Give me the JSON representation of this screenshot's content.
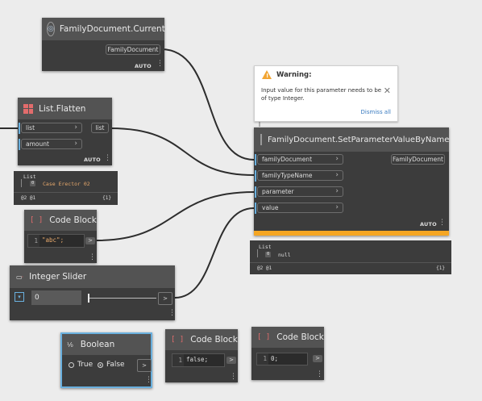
{
  "nodes": {
    "family_current": {
      "title": "FamilyDocument.Current",
      "output": "FamilyDocument",
      "auto": "AUTO"
    },
    "flatten": {
      "title": "List.Flatten",
      "inputs": [
        "list",
        "amount"
      ],
      "output": "list",
      "auto": "AUTO"
    },
    "flatten_preview": {
      "header": "List",
      "index": "0",
      "value": "Case Erector 02",
      "footer_left": "@2 @1",
      "footer_right": "{1}"
    },
    "set_param": {
      "title": "FamilyDocument.SetParameterValueByName",
      "inputs": [
        "familyDocument",
        "familyTypeName",
        "parameter",
        "value"
      ],
      "output": "FamilyDocument",
      "auto": "AUTO"
    },
    "set_param_preview": {
      "header": "List",
      "index": "0",
      "value": "null",
      "footer_left": "@2 @1",
      "footer_right": "{1}"
    },
    "code_block_1": {
      "title": "Code Block",
      "line": "1",
      "code": "\"abc\";",
      "out": ">"
    },
    "integer_slider": {
      "title": "Integer Slider",
      "value": "0",
      "out": ">"
    },
    "boolean": {
      "title": "Boolean",
      "option_true": "True",
      "option_false": "False",
      "out": ">"
    },
    "code_block_2": {
      "title": "Code Block",
      "line": "1",
      "code": "false;",
      "out": ">"
    },
    "code_block_3": {
      "title": "Code Block",
      "line": "1",
      "code": "0;",
      "out": ">"
    }
  },
  "warning": {
    "title": "Warning:",
    "message": "Input value for this parameter needs to be of type Integer.",
    "dismiss": "Dismiss all"
  },
  "colors": {
    "canvas": "#ececec",
    "node_body": "#3c3c3c",
    "node_header": "#535353",
    "warning_bar": "#f5a623",
    "wire": "#2d2d2d",
    "selected": "#6ab0de",
    "code_string": "#e6a86b"
  }
}
